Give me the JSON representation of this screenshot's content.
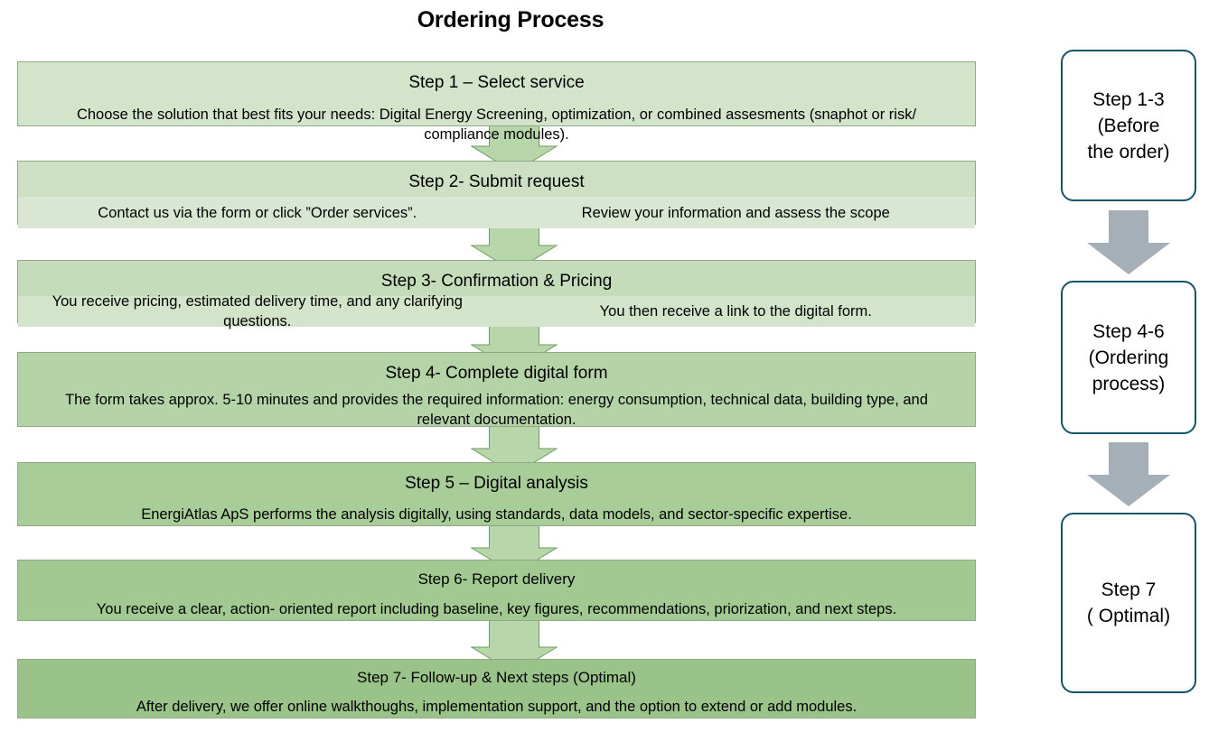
{
  "title": "Ordering Process",
  "colors": {
    "box_border": "#8faa85",
    "arrow_fill": "#b7d7ab",
    "arrow_stroke": "#6f9e5c",
    "phase_border": "#14546b",
    "phase_arrow": "#a5afb8",
    "step_1_fill": "#d3e4cb",
    "step_2_fill": "#cde0c4",
    "step_2_sub_fill": "#d9e7d2",
    "step_3_fill": "#c5dcba",
    "step_3_sub_fill": "#d2e4c9",
    "step_4_fill": "#b4d3a6",
    "step_5_fill": "#a9cd99",
    "step_6_fill": "#a2c991",
    "step_7_fill": "#9ac389"
  },
  "steps": [
    {
      "id": "step-1",
      "title": "Step 1 – Select service",
      "body_line_1": "Choose the solution that best fits your needs: Digital Energy Screening, optimization, or combined assesments (snaphot or risk/",
      "body_line_2": "compliance modules)."
    },
    {
      "id": "step-2",
      "title": "Step 2- Submit request",
      "col_left": "Contact us via the form or click ”Order services”.",
      "col_right": "Review your information and assess the scope"
    },
    {
      "id": "step-3",
      "title": "Step 3- Confirmation & Pricing",
      "col_left": "You receive pricing, estimated delivery time, and any clarifying questions.",
      "col_right": "You then receive a link to the digital form."
    },
    {
      "id": "step-4",
      "title": "Step 4- Complete digital form",
      "body": "The form takes approx. 5-10 minutes and provides the required information: energy consumption, technical data, building type, and relevant documentation."
    },
    {
      "id": "step-5",
      "title": "Step 5 – Digital analysis",
      "body": "EnergiAtlas ApS performs the analysis digitally, using standards, data models, and sector-specific expertise."
    },
    {
      "id": "step-6",
      "title": "Step 6- Report delivery",
      "body": "You receive a clear, action- oriented report including baseline, key figures, recommendations, priorization, and next steps."
    },
    {
      "id": "step-7",
      "title": "Step 7- Follow-up & Next steps (Optimal)",
      "body": "After delivery, we offer online walkthoughs, implementation support, and the option to extend or add modules."
    }
  ],
  "phases": [
    {
      "id": "phase-1",
      "line_1": "Step 1-3",
      "line_2": "(Before",
      "line_3": "the order)"
    },
    {
      "id": "phase-2",
      "line_1": "Step 4-6",
      "line_2": "(Ordering",
      "line_3": "process)"
    },
    {
      "id": "phase-3",
      "line_1": "Step 7",
      "line_2": "( Optimal)",
      "line_3": ""
    }
  ]
}
